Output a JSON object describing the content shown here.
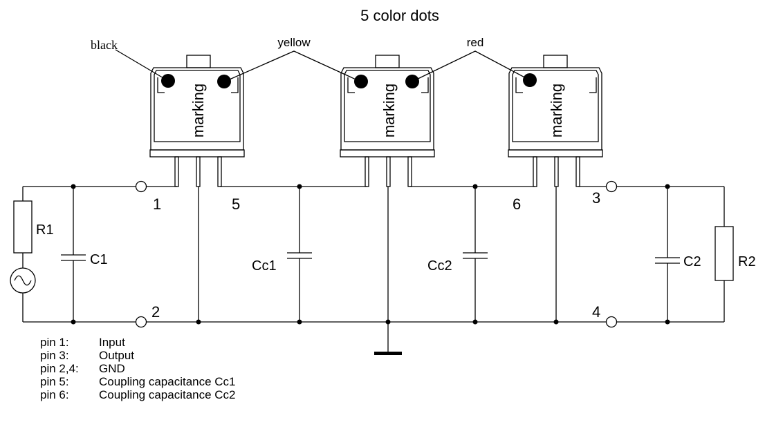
{
  "title": "5 color dots",
  "dot_labels": [
    "black",
    "yellow",
    "red"
  ],
  "marking": "marking",
  "pin_labels": {
    "p1": "1",
    "p2": "2",
    "p3": "3",
    "p4": "4",
    "p5": "5",
    "p6": "6"
  },
  "components": {
    "r1": "R1",
    "c1": "C1",
    "cc1": "Cc1",
    "cc2": "Cc2",
    "c2": "C2",
    "r2": "R2"
  },
  "legend": [
    {
      "pin": "pin 1:",
      "desc": "Input"
    },
    {
      "pin": "pin 3:",
      "desc": "Output"
    },
    {
      "pin": "pin 2,4:",
      "desc": "GND"
    },
    {
      "pin": "pin 5:",
      "desc": "Coupling capacitance Cc1"
    },
    {
      "pin": "pin 6:",
      "desc": "Coupling capacitance Cc2"
    }
  ],
  "colors": {
    "line": "#000000",
    "background": "#ffffff"
  }
}
